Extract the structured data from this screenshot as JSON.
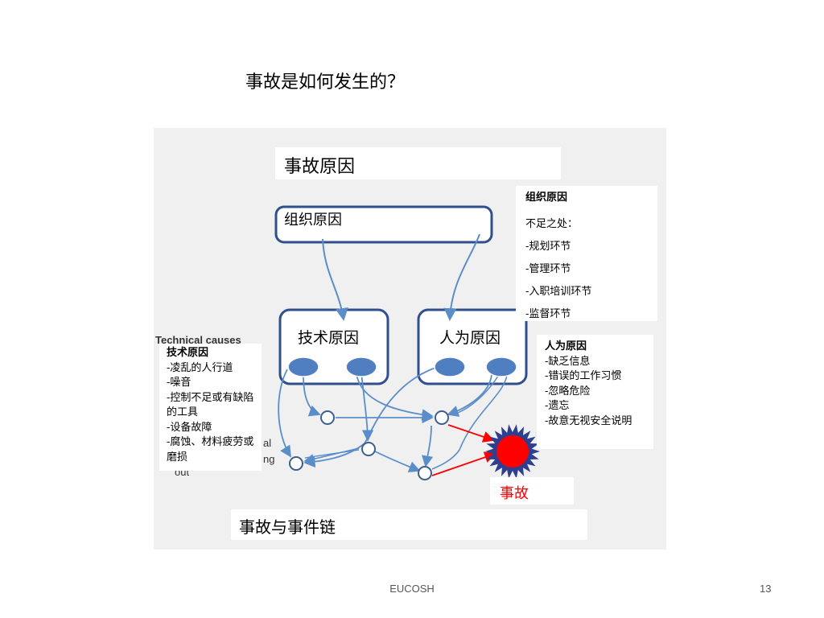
{
  "slide": {
    "title": "事故是如何发生的？",
    "footer": "EUCOSH",
    "page_number": "13"
  },
  "diagram": {
    "header_label": "事故原因",
    "org_box_label": "组织原因",
    "tech_box_label": "技术原因",
    "human_box_label": "人为原因",
    "accident_label": "事故",
    "chain_label": "事故与事件链",
    "org_note": {
      "title": "组织原因",
      "lines": [
        "不足之处：",
        "-规划环节",
        "-管理环节",
        "-入职培训环节",
        "-监督环节"
      ]
    },
    "tech_note": {
      "title": "技术原因",
      "lines": [
        "-凌乱的人行道",
        "-噪音",
        "-控制不足或有缺陷的工具",
        "-设备故障",
        "-腐蚀、材料疲劳或磨损"
      ]
    },
    "human_note": {
      "title": "人为原因",
      "lines": [
        "-缺乏信息",
        "-错误的工作习惯",
        "-忽略危险",
        "-遗忘",
        "-故意无视安全说明"
      ]
    },
    "colors": {
      "arrow_blue": "#5b8ec9",
      "node_fill": "#4f7fc0",
      "box_border": "#2f4f8f",
      "accident_red": "#ff0000",
      "starburst_edge": "#2f3f8f"
    }
  }
}
